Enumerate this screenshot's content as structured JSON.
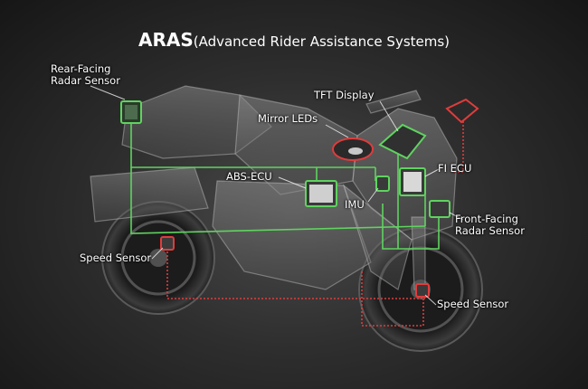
{
  "title": {
    "main": "ARAS",
    "sub": "(Advanced Rider Assistance Systems)"
  },
  "components": [
    {
      "id": "rear-radar",
      "lines": [
        "Rear-Facing",
        "Radar Sensor"
      ]
    },
    {
      "id": "tft-display",
      "lines": [
        "TFT Display"
      ]
    },
    {
      "id": "mirror-leds",
      "lines": [
        "Mirror LEDs"
      ]
    },
    {
      "id": "abs-ecu",
      "lines": [
        "ABS-ECU"
      ]
    },
    {
      "id": "fi-ecu",
      "lines": [
        "FI ECU"
      ]
    },
    {
      "id": "imu",
      "lines": [
        "IMU"
      ]
    },
    {
      "id": "front-radar",
      "lines": [
        "Front-Facing",
        "Radar Sensor"
      ]
    },
    {
      "id": "speed-sensor-rear",
      "lines": [
        "Speed Sensor"
      ]
    },
    {
      "id": "speed-sensor-front",
      "lines": [
        "Speed Sensor"
      ]
    }
  ],
  "colors": {
    "can_line": "#5fd35f",
    "signal_line": "#e03c3c",
    "background": "#2a2a2a"
  }
}
